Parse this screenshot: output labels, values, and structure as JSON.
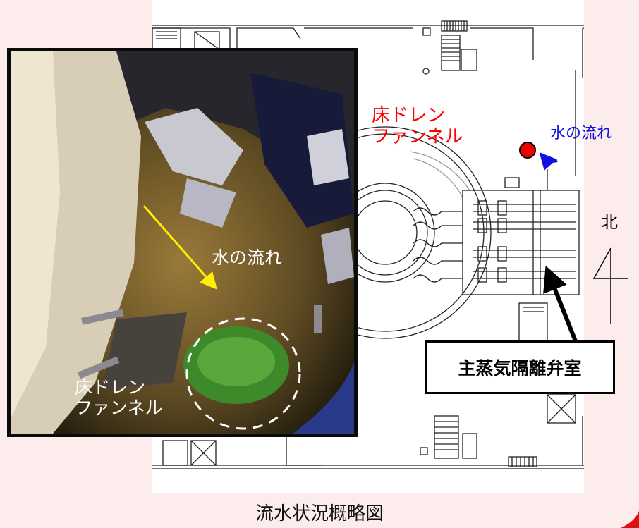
{
  "photo": {
    "flow_label": "水の流れ",
    "drain_label_line1": "床ドレン",
    "drain_label_line2": "ファンネル"
  },
  "plan": {
    "drain_label_line1": "床ドレン",
    "drain_label_line2": "ファンネル",
    "flow_label": "水の流れ",
    "north_label": "北",
    "room_label": "主蒸気隔離弁室"
  },
  "caption": "流水状況概略図",
  "colors": {
    "background": "#fcecec",
    "drain_label": "#ff0000",
    "flow_label": "#1010e0",
    "photo_arrow": "#ffee00",
    "marker": "#ee0000"
  }
}
